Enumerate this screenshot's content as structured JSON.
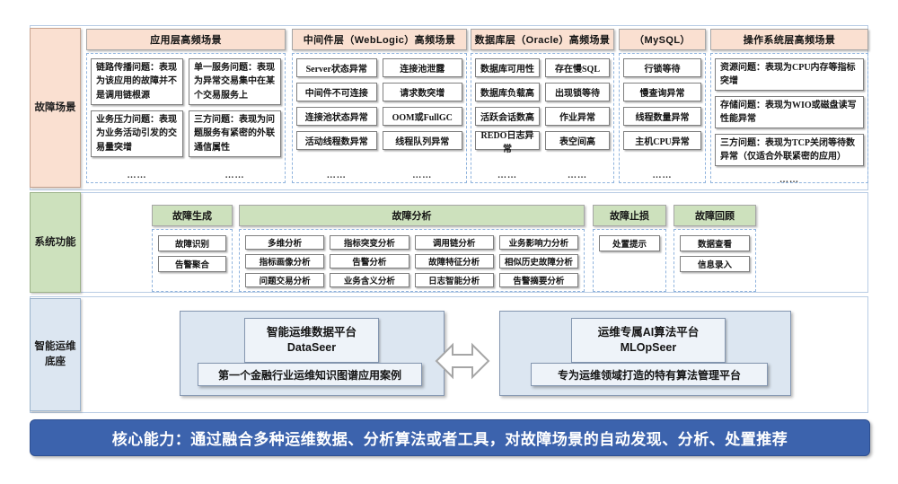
{
  "rows": {
    "scenario": {
      "label": "故障场景"
    },
    "function": {
      "label": "系统功能"
    },
    "base": {
      "label": "智能运维\n底座"
    }
  },
  "scenario_columns": [
    {
      "title": "应用层高频场景",
      "layout": "multi",
      "subcolumns": [
        {
          "items": [
            "链路传播问题：表现为该应用的故障并不是调用链根源",
            "业务压力问题：表现为业务活动引发的交易量突增"
          ],
          "ellipsis": "……"
        },
        {
          "items": [
            "单一服务问题：表现为异常交易集中在某个交易服务上",
            "三方问题：表现为问题服务有紧密的外联通信属性"
          ],
          "ellipsis": "……"
        }
      ]
    },
    {
      "title": "中间件层（WebLogic）高频场景",
      "layout": "single",
      "subcolumns": [
        {
          "items": [
            "Server状态异常",
            "中间件不可连接",
            "连接池状态异常",
            "活动线程数异常"
          ],
          "ellipsis": "……"
        },
        {
          "items": [
            "连接池泄露",
            "请求数突增",
            "OOM或FullGC",
            "线程队列异常"
          ],
          "ellipsis": "……"
        }
      ]
    },
    {
      "title": "数据库层（Oracle）高频场景",
      "layout": "single",
      "subcolumns": [
        {
          "items": [
            "数据库可用性",
            "数据库负载高",
            "活跃会话数高",
            "REDO日志异常"
          ],
          "ellipsis": "……"
        },
        {
          "items": [
            "存在慢SQL",
            "出现锁等待",
            "作业异常",
            "表空间高"
          ],
          "ellipsis": "……"
        }
      ]
    },
    {
      "title": "（MySQL）",
      "layout": "single",
      "subcolumns": [
        {
          "items": [
            "行锁等待",
            "慢查询异常",
            "线程数量异常",
            "主机CPU异常"
          ],
          "ellipsis": "……"
        }
      ]
    },
    {
      "title": "操作系统层高频场景",
      "layout": "multi",
      "subcolumns": [
        {
          "items": [
            "资源问题：表现为CPU内存等指标突增",
            "存储问题：表现为WIO或磁盘读写性能异常",
            "三方问题：表现为TCP关闭等待数异常（仅适合外联紧密的应用）"
          ],
          "ellipsis": "……"
        }
      ]
    }
  ],
  "function_columns": [
    {
      "title": "故障生成",
      "subcolumns": [
        {
          "items": [
            "故障识别",
            "告警聚合"
          ]
        }
      ]
    },
    {
      "title": "故障分析",
      "subcolumns": [
        {
          "items": [
            "多维分析",
            "指标画像分析",
            "问题交易分析"
          ]
        },
        {
          "items": [
            "指标突变分析",
            "告警分析",
            "业务含义分析"
          ]
        },
        {
          "items": [
            "调用链分析",
            "故障特征分析",
            "日志智能分析"
          ]
        },
        {
          "items": [
            "业务影响力分析",
            "相似历史故障分析",
            "告警摘要分析"
          ]
        }
      ]
    },
    {
      "title": "故障止损",
      "subcolumns": [
        {
          "items": [
            "处置提示"
          ]
        }
      ]
    },
    {
      "title": "故障回顾",
      "subcolumns": [
        {
          "items": [
            "数据查看",
            "信息录入"
          ]
        }
      ]
    }
  ],
  "platforms": [
    {
      "name_line1": "智能运维数据平台",
      "name_line2": "DataSeer",
      "caption": "第一个金融行业运维知识图谱应用案例"
    },
    {
      "name_line1": "运维专属AI算法平台",
      "name_line2": "MLOpSeer",
      "caption": "专为运维领域打造的特有算法管理平台"
    }
  ],
  "connector": {
    "icon": "double-arrow-horizontal-icon"
  },
  "banner": {
    "text": "核心能力：通过融合多种运维数据、分析算法或者工具，对故障场景的自动发现、分析、处置推荐",
    "color": "#3c63ad"
  },
  "colors": {
    "peach": "#fae0d1",
    "green": "#cde1bd",
    "blue": "#dce6f1",
    "frame_border": "#b8cce4",
    "dashed_border": "#8fb3dd"
  }
}
